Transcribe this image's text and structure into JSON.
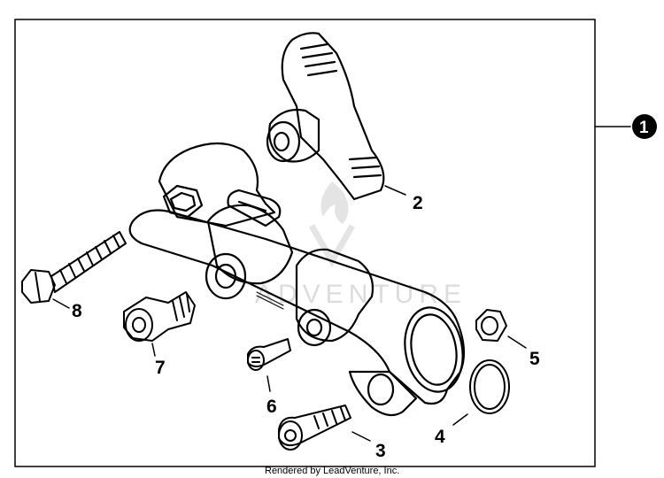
{
  "diagram": {
    "assembly_badge": "1",
    "parts": [
      {
        "number": "2"
      },
      {
        "number": "3"
      },
      {
        "number": "4"
      },
      {
        "number": "5"
      },
      {
        "number": "6"
      },
      {
        "number": "7"
      },
      {
        "number": "8"
      }
    ],
    "watermark": "ADVENTURE",
    "credit": "Rendered by LeadVenture, Inc."
  }
}
